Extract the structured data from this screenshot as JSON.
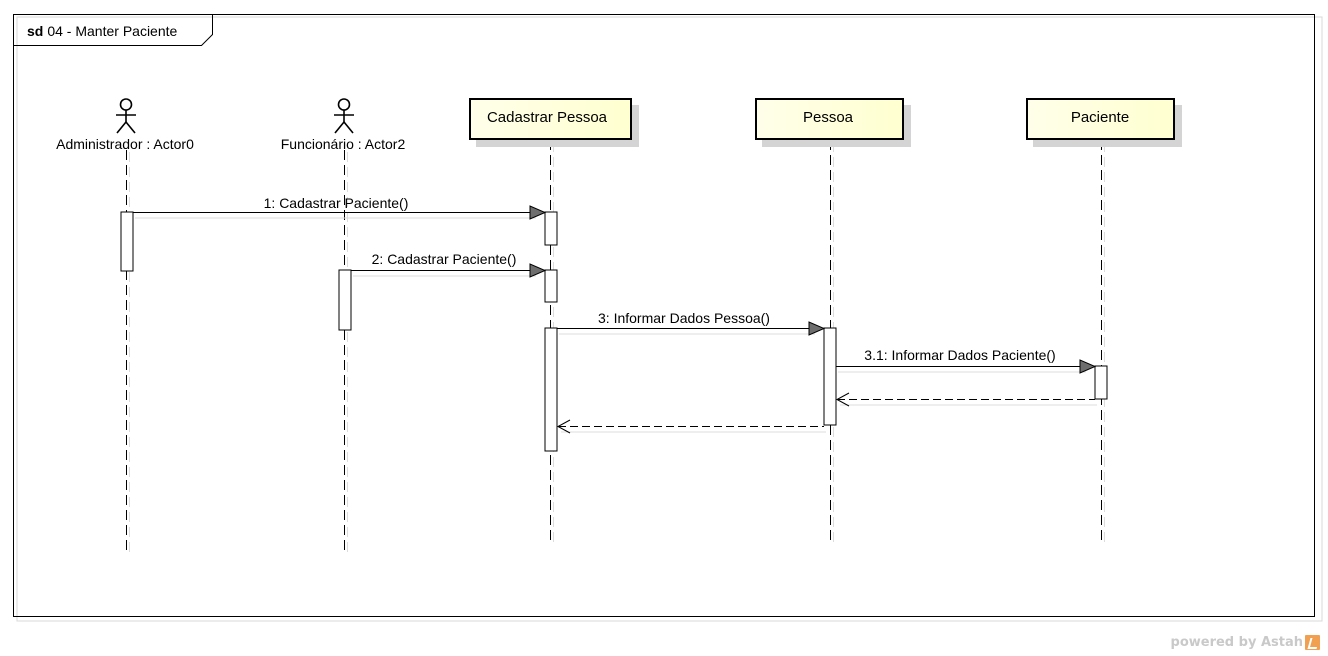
{
  "frame": {
    "keyword": "sd",
    "name": "04 - Manter Paciente"
  },
  "actors": [
    {
      "id": "admin",
      "label": "Administrador : Actor0"
    },
    {
      "id": "func",
      "label": "Funcionário : Actor2"
    }
  ],
  "objects": [
    {
      "id": "cadastrar",
      "label": "Cadastrar Pessoa"
    },
    {
      "id": "pessoa",
      "label": "Pessoa"
    },
    {
      "id": "paciente",
      "label": "Paciente"
    }
  ],
  "messages": [
    {
      "label": "1: Cadastrar Paciente()",
      "from": "admin",
      "to": "cadastrar",
      "kind": "sync"
    },
    {
      "label": "2: Cadastrar Paciente()",
      "from": "func",
      "to": "cadastrar",
      "kind": "sync"
    },
    {
      "label": "3: Informar Dados Pessoa()",
      "from": "cadastrar",
      "to": "pessoa",
      "kind": "sync"
    },
    {
      "label": "3.1: Informar Dados Paciente()",
      "from": "pessoa",
      "to": "paciente",
      "kind": "sync"
    },
    {
      "label": "",
      "from": "paciente",
      "to": "pessoa",
      "kind": "return"
    },
    {
      "label": "",
      "from": "pessoa",
      "to": "cadastrar",
      "kind": "return"
    }
  ],
  "colors": {
    "object_fill": "#ffffdc",
    "object_fill_light": "#ffffff",
    "shadow": "#d4d4d4",
    "line": "#000000",
    "arrow_head": "#6e6e6e"
  },
  "footer": {
    "text": "powered by Astah"
  }
}
